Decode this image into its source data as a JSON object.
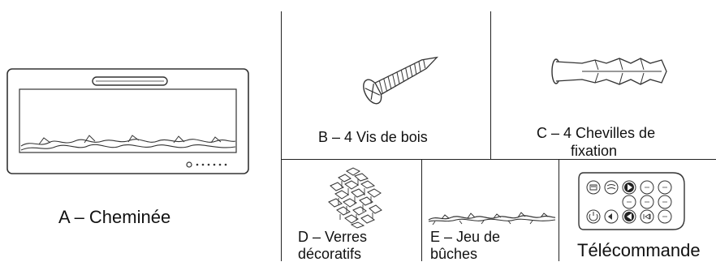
{
  "items": {
    "a": {
      "label": "A – Cheminée"
    },
    "b": {
      "label": "B – 4 Vis de bois"
    },
    "c": {
      "label_line1": "C – 4 Chevilles de",
      "label_line2": "fixation"
    },
    "d": {
      "label_line1": "D – Verres",
      "label_line2": "décoratifs"
    },
    "e": {
      "label_line1": "E – Jeu de",
      "label_line2": "bûches"
    },
    "f": {
      "label": "Télécommande"
    }
  },
  "colors": {
    "line": "#222222",
    "text": "#111111"
  },
  "icons": [
    "fireplace-icon",
    "wood-screw-icon",
    "wall-plug-icon",
    "decorative-glass-icon",
    "log-set-icon",
    "remote-control-icon"
  ]
}
